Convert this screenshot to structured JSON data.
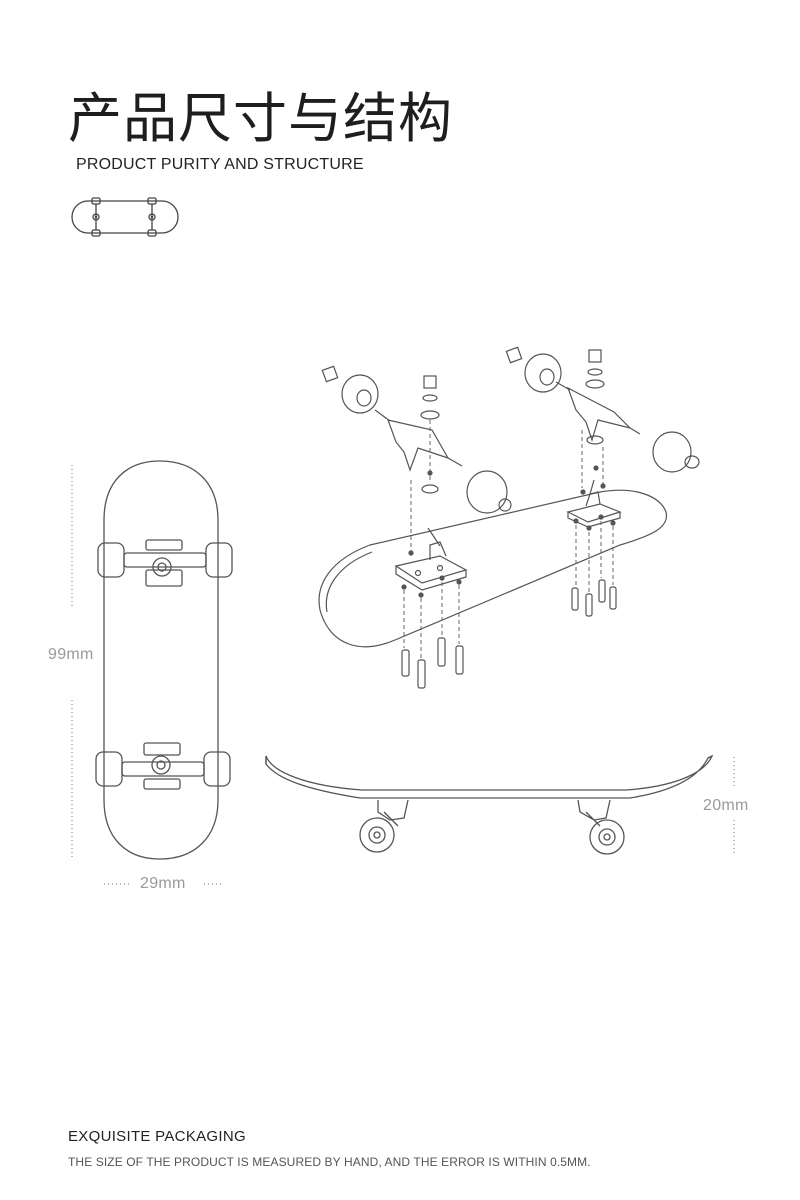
{
  "header": {
    "title_cn": "产品尺寸与结构",
    "title_en": "PRODUCT PURITY AND STRUCTURE"
  },
  "dimensions": {
    "length": "99mm",
    "width": "29mm",
    "height": "20mm"
  },
  "footer": {
    "title": "EXQUISITE PACKAGING",
    "note": "THE SIZE OF THE PRODUCT IS MEASURED BY HAND, AND THE ERROR IS WITHIN 0.5MM."
  },
  "colors": {
    "line": "#555555",
    "dimension_text": "#9a9a9a"
  },
  "icons": [
    "mini-skateboard-icon",
    "skateboard-top-view",
    "skateboard-exploded-view",
    "skateboard-side-view"
  ]
}
